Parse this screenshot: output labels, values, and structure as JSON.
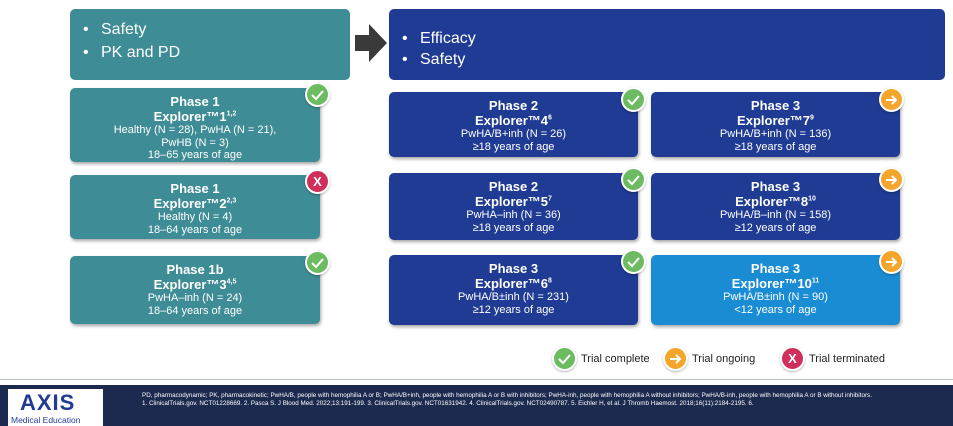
{
  "header_left": {
    "items": [
      "Safety",
      "PK and PD"
    ]
  },
  "header_right": {
    "items": [
      "Efficacy",
      "Safety"
    ]
  },
  "cards": {
    "c1": {
      "phase": "Phase 1",
      "name": "Explorer™1",
      "ref": "1,2",
      "lines": [
        "Healthy (N = 28), PwHA (N = 21),",
        "PwHB (N = 3)",
        "18–65 years of age"
      ],
      "status": "complete"
    },
    "c2": {
      "phase": "Phase 1",
      "name": "Explorer™2",
      "ref": "2,3",
      "lines": [
        "Healthy (N = 4)",
        "18–64 years of age"
      ],
      "status": "terminated"
    },
    "c3": {
      "phase": "Phase 1b",
      "name": "Explorer™3",
      "ref": "4,5",
      "lines": [
        "PwHA–inh (N = 24)",
        "18–64 years of age"
      ],
      "status": "complete"
    },
    "c4": {
      "phase": "Phase 2",
      "name": "Explorer™4",
      "ref": "6",
      "lines": [
        "PwHA/B+inh (N = 26)",
        "≥18 years of age"
      ],
      "status": "complete"
    },
    "c5": {
      "phase": "Phase 2",
      "name": "Explorer™5",
      "ref": "7",
      "lines": [
        "PwHA–inh (N = 36)",
        "≥18 years of age"
      ],
      "status": "complete"
    },
    "c6": {
      "phase": "Phase 3",
      "name": "Explorer™6",
      "ref": "8",
      "lines": [
        "PwHA/B±inh (N = 231)",
        "≥12 years of age"
      ],
      "status": "complete"
    },
    "c7": {
      "phase": "Phase 3",
      "name": "Explorer™7",
      "ref": "9",
      "lines": [
        "PwHA/B+inh (N = 136)",
        "≥18 years of age"
      ],
      "status": "ongoing"
    },
    "c8": {
      "phase": "Phase 3",
      "name": "Explorer™8",
      "ref": "10",
      "lines": [
        "PwHA/B–inh (N = 158)",
        "≥12 years of age"
      ],
      "status": "ongoing"
    },
    "c9": {
      "phase": "Phase 3",
      "name": "Explorer™10",
      "ref": "11",
      "lines": [
        "PwHA/B±inh (N = 90)",
        "<12 years of age"
      ],
      "status": "ongoing"
    }
  },
  "legend": {
    "complete": "Trial complete",
    "ongoing": "Trial ongoing",
    "terminated": "Trial terminated"
  },
  "terminated_mark": "X",
  "footer": {
    "logo_main": "AXIS",
    "logo_sub": "Medical Education",
    "abbreviations": "PD, pharmacodynamic; PK, pharmacokinetic; PwHA/B, people with hemophilia A or B; PwHA/B+inh, people with hemophilia A or B with inhibitors; PwHA-inh, people with hemophilia A without inhibitors; PwHA/B-inh, people with hemophilia A or B without inhibitors.",
    "references": "1. ClinicalTrials.gov. NCT01228669. 2. Pasca S. J Blood Med. 2022;13:191-199. 3. ClinicalTrials.gov. NCT01631942. 4. ClinicalTrials.gov. NCT02490787. 5. Eichler H, et al. J Thromb Haemost. 2018;16(11):2184-2195. 6."
  },
  "colors": {
    "teal": "#3e8c95",
    "navy": "#1f3b93",
    "light_blue": "#1a8cd4",
    "complete_green": "#6dbb61",
    "ongoing_orange": "#f4a52c",
    "terminated_red": "#cf2f5a"
  }
}
